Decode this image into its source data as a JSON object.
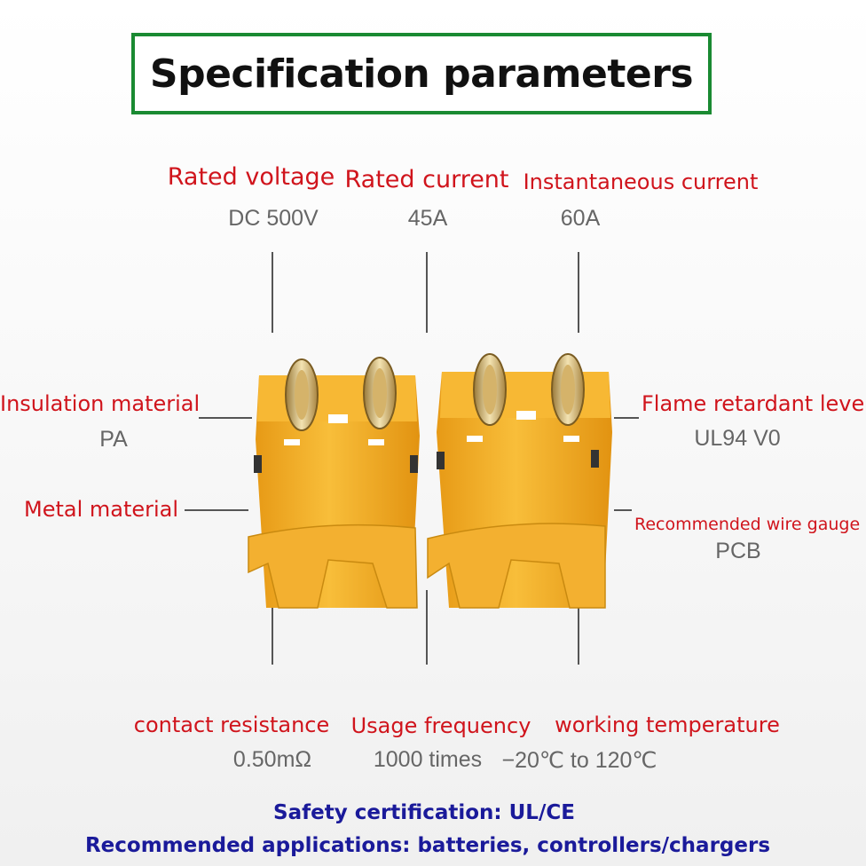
{
  "title": "Specification parameters",
  "top_specs": [
    {
      "label": "Rated voltage",
      "value": "DC 500V"
    },
    {
      "label": "Rated current",
      "value": "45A"
    },
    {
      "label": "Instantaneous current",
      "value": "60A"
    }
  ],
  "left_specs": [
    {
      "label": "Insulation material",
      "value": "PA"
    },
    {
      "label": "Metal material",
      "value": ""
    }
  ],
  "right_specs": [
    {
      "label": "Flame retardant level",
      "value": "UL94 V0"
    },
    {
      "label": "Recommended wire gauge",
      "value": "PCB"
    }
  ],
  "bottom_specs": [
    {
      "label": "contact resistance",
      "value": "0.50mΩ"
    },
    {
      "label": "Usage frequency",
      "value": "1000 times"
    },
    {
      "label": "working temperature",
      "value": "−20℃ to 120℃"
    }
  ],
  "footer": {
    "certification": "Safety certification: UL/CE",
    "applications": "Recommended applications: batteries, controllers/chargers"
  },
  "colors": {
    "frame": "#1a8a32",
    "label": "#d0141c",
    "value": "#666666",
    "footer": "#1a1a9a",
    "connector": "#f5b22a"
  }
}
